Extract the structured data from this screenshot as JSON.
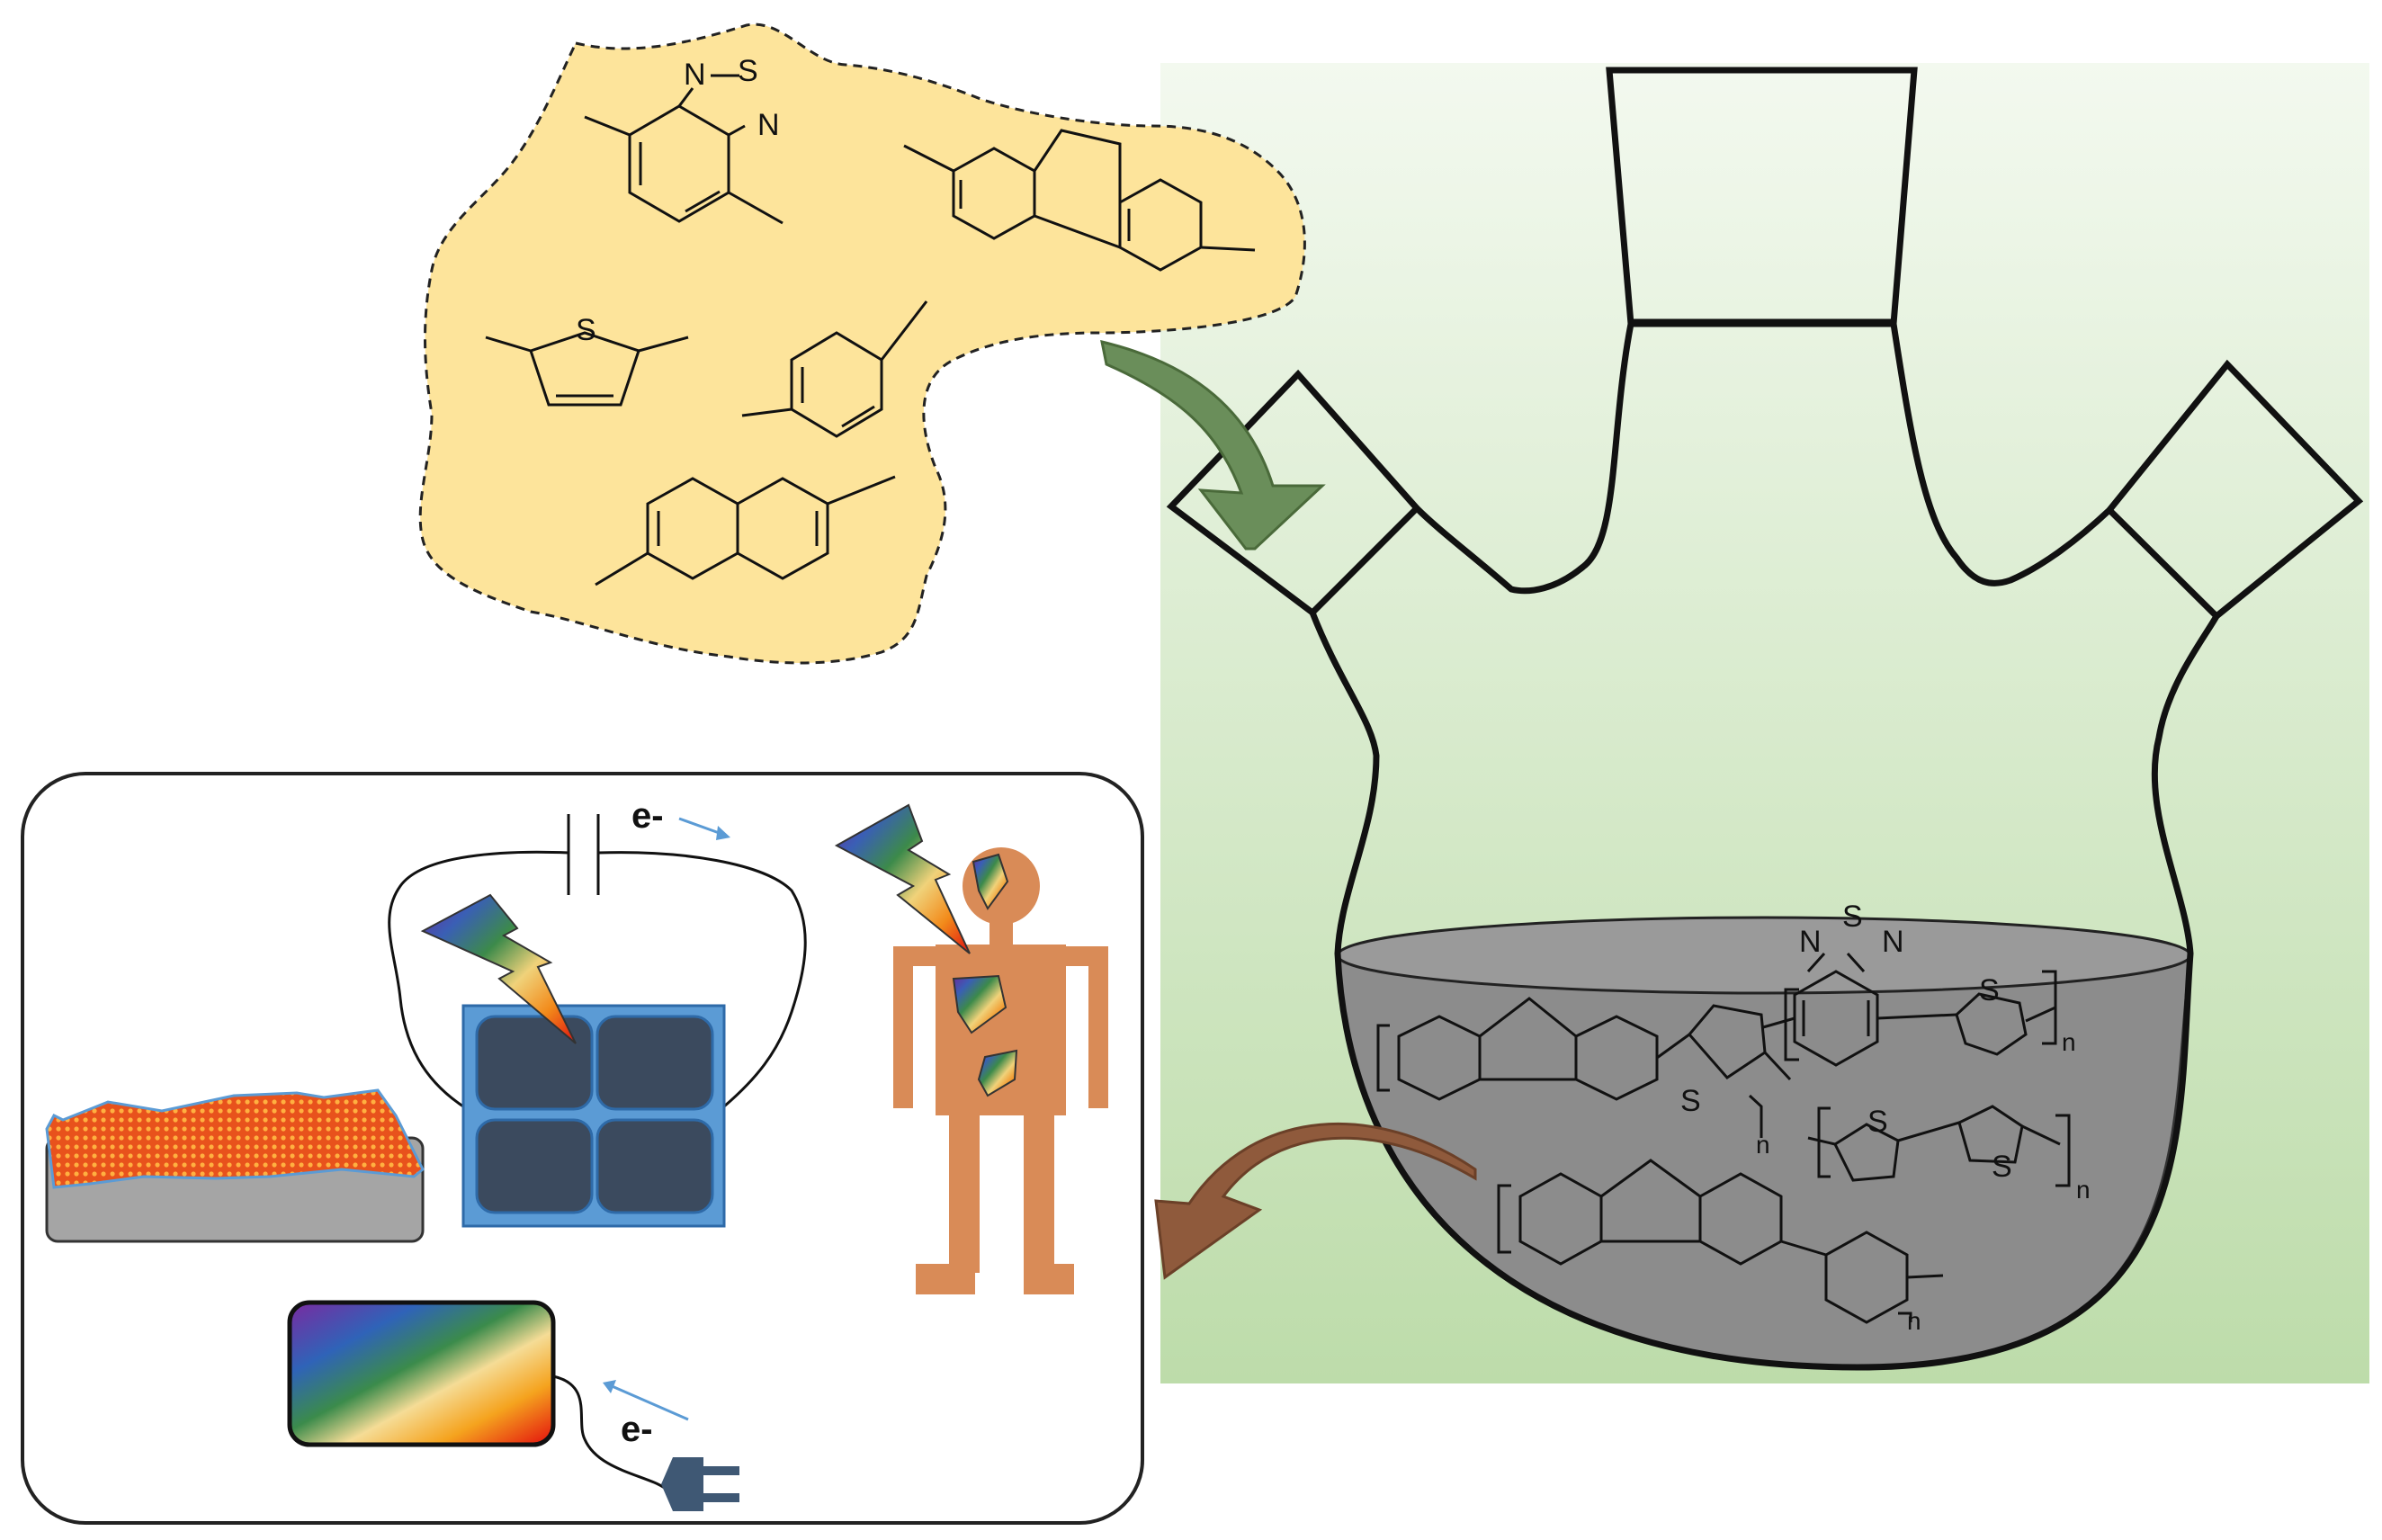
{
  "monomers": {
    "btd_atoms": [
      "N",
      "S",
      "N"
    ],
    "thiophene_atom": "S"
  },
  "flask": {
    "polymer_atoms": {
      "btd": [
        "N",
        "S",
        "N"
      ],
      "thiophene": "S",
      "bithiophene": [
        "S",
        "S"
      ]
    },
    "repeat_label": "n"
  },
  "applications": {
    "electron_label_top": "e-",
    "electron_label_bottom": "e-"
  },
  "colors": {
    "monomer_cloud": "#fde49b",
    "flask_background_top": "#f2f8ee",
    "flask_background_bottom": "#bddcaa",
    "polymer_solution": "#8c8c8c",
    "arrow_in": "#6a8e5a",
    "arrow_out": "#8f5a3c",
    "solar_panel": "#5b9bd5",
    "solar_cell": "#3b4a5e",
    "human_figure": "#d98b57",
    "coating": "#e8521c",
    "substrate": "#a5a5a5",
    "plug": "#3f5874"
  }
}
